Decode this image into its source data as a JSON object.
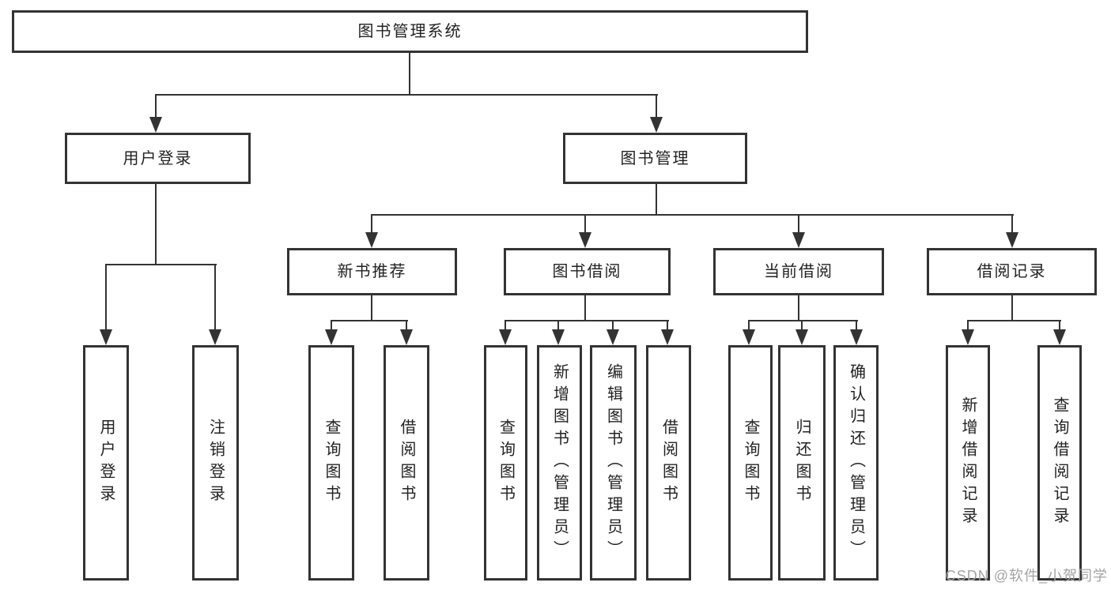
{
  "diagram_title": "图书管理系统",
  "watermark": "CSDN @软件_小贺同学",
  "colors": {
    "line": "#333333",
    "box_border": "#333333",
    "text": "#222222",
    "watermark": "#a3a3a3",
    "background": "#ffffff"
  },
  "nodes": {
    "root": "图书管理系统",
    "user_login": "用户登录",
    "book_management": "图书管理",
    "leaf_login": "用户登录",
    "leaf_logout": "注销登录",
    "new_book_recommend": "新书推荐",
    "book_borrow": "图书借阅",
    "current_borrow": "当前借阅",
    "borrow_records": "借阅记录",
    "nbr_query_book": "查询图书",
    "nbr_borrow_book": "借阅图书",
    "bb_query_book": "查询图书",
    "bb_add_book": "新增图书（管理员）",
    "bb_edit_book": "编辑图书（管理员）",
    "bb_borrow_book": "借阅图书",
    "cb_query_book": "查询图书",
    "cb_return_book": "归还图书",
    "cb_confirm_return": "确认归还（管理员）",
    "br_add_record": "新增借阅记录",
    "br_query_record": "查询借阅记录"
  },
  "structure": {
    "root": "图书管理系统",
    "children": [
      {
        "label": "用户登录",
        "children": [
          "用户登录",
          "注销登录"
        ]
      },
      {
        "label": "图书管理",
        "children": [
          {
            "label": "新书推荐",
            "children": [
              "查询图书",
              "借阅图书"
            ]
          },
          {
            "label": "图书借阅",
            "children": [
              "查询图书",
              "新增图书（管理员）",
              "编辑图书（管理员）",
              "借阅图书"
            ]
          },
          {
            "label": "当前借阅",
            "children": [
              "查询图书",
              "归还图书",
              "确认归还（管理员）"
            ]
          },
          {
            "label": "借阅记录",
            "children": [
              "新增借阅记录",
              "查询借阅记录"
            ]
          }
        ]
      }
    ]
  }
}
